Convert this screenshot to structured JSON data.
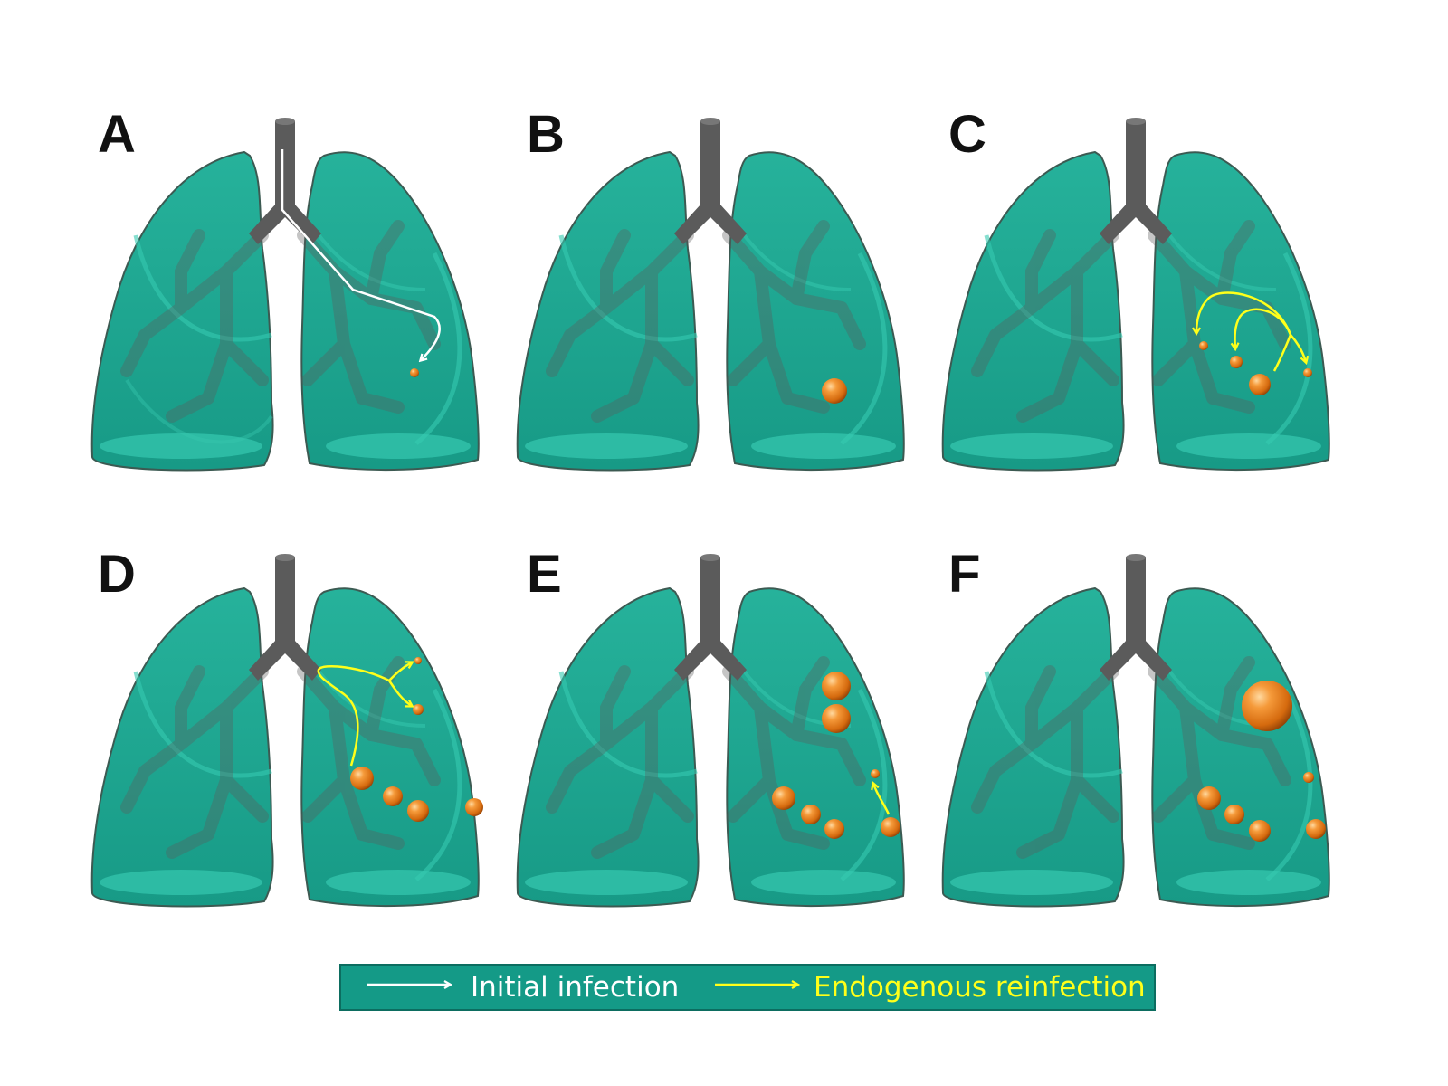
{
  "colors": {
    "lung_fill": "#1fa48f",
    "lung_outline": "#3c5a52",
    "lung_inner": "#11877a",
    "lung_highlight": "#36c9b0",
    "airway": "#5b5b5b",
    "nodule": "#e07818",
    "initial_arrow": "#ffffff",
    "reinfection_arrow": "#ffff1a",
    "legend_bg": "#149a87",
    "legend_border": "#0c6d60"
  },
  "panels": [
    {
      "letter": "A",
      "nodules": 1,
      "arrow": "initial"
    },
    {
      "letter": "B",
      "nodules": 1,
      "arrow": "none"
    },
    {
      "letter": "C",
      "nodules": 4,
      "arrow": "reinfection"
    },
    {
      "letter": "D",
      "nodules": 6,
      "arrow": "reinfection"
    },
    {
      "letter": "E",
      "nodules": 7,
      "arrow": "reinfection"
    },
    {
      "letter": "F",
      "nodules": 6,
      "arrow": "none"
    }
  ],
  "legend": {
    "initial_label": "Initial infection",
    "reinfection_label": "Endogenous reinfection"
  }
}
